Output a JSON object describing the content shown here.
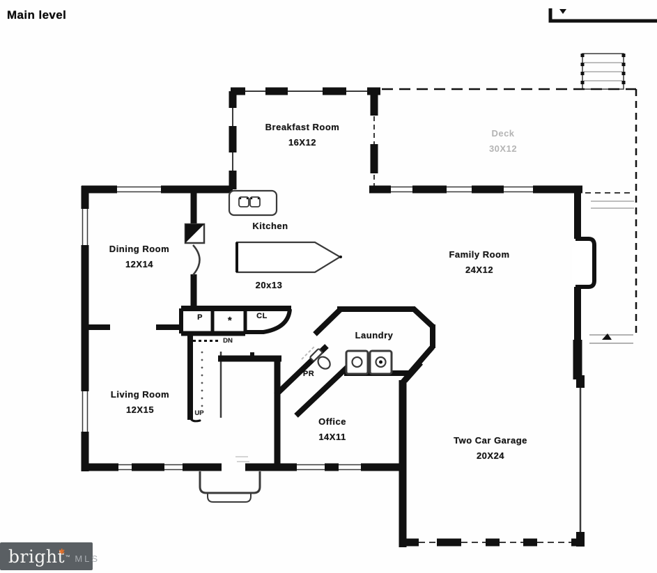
{
  "page": {
    "title": "Main level"
  },
  "rooms": {
    "breakfast": {
      "name": "Breakfast Room",
      "dims": "16X12"
    },
    "deck": {
      "name": "Deck",
      "dims": "30X12"
    },
    "dining": {
      "name": "Dining Room",
      "dims": "12X14"
    },
    "kitchen": {
      "name": "Kitchen",
      "dims": "20x13"
    },
    "family": {
      "name": "Family Room",
      "dims": "24X12"
    },
    "laundry": {
      "name": "Laundry"
    },
    "powder_room": {
      "name": "PR"
    },
    "living": {
      "name": "Living Room",
      "dims": "12X15"
    },
    "office": {
      "name": "Office",
      "dims": "14X11"
    },
    "garage": {
      "name": "Two Car Garage",
      "dims": "20X24"
    }
  },
  "annotations": {
    "stairs_up": "UP",
    "stairs_down": "DN",
    "pantry": "P",
    "closet": "CL",
    "utility_mark": "*"
  },
  "logo": {
    "brand": "bright",
    "star_glyph": "✱",
    "trademark": "™",
    "suffix": "MLS"
  },
  "colors": {
    "wall": "#111111",
    "faint_label": "#b4b4b4",
    "logo_bg": "#5a5f63",
    "logo_star": "#e2702a",
    "logo_text": "#f5f5f3",
    "logo_suffix": "#a9adb2"
  }
}
